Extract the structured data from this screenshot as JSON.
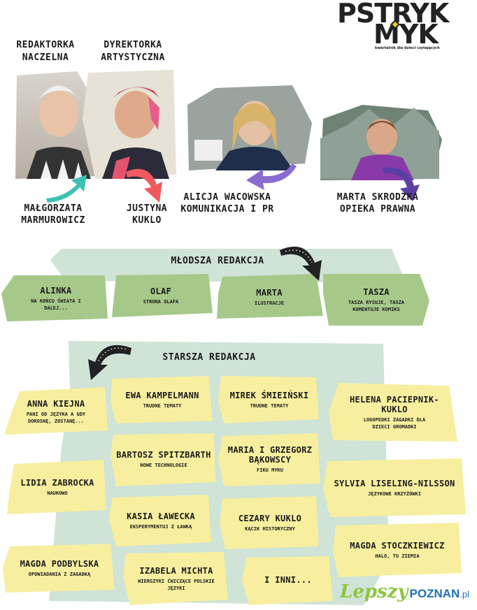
{
  "logo": {
    "line1": "PSTRYK",
    "line2": "MYK",
    "tagline": "kwartalnik dla dzieci czytających"
  },
  "roles": {
    "editor_in_chief": "REDAKTORKA NACZELNA",
    "art_director": "DYREKTORKA ARTYSTYCZNA"
  },
  "people": {
    "malgorzata": "MAŁGORZATA MARMUROWICZ",
    "justyna": "JUSTYNA KUKLO",
    "alicja": "ALICJA WACOWSKA KOMUNIKACJA I PR",
    "marta": "MARTA SKRODZKA OPIEKA PRAWNA"
  },
  "junior": {
    "title": "MŁODSZA REDAKCJA",
    "cards": [
      {
        "name": "ALINKA",
        "sub": "NA KOŃCU ŚWIATA I DALEJ..."
      },
      {
        "name": "OLAF",
        "sub": "STRONA OLAFA"
      },
      {
        "name": "MARTA",
        "sub": "ILUSTRACJE"
      },
      {
        "name": "TASZA",
        "sub": "TASZA RYSUJE, TASZA KOMENTUJE KOMIKS"
      }
    ]
  },
  "senior": {
    "title": "STARSZA REDAKCJA",
    "cards": [
      {
        "name": "ANNA KIEJNA",
        "sub": "PANI OD JĘZYKA A GDY DOROSNĘ, ZOSTANĘ..."
      },
      {
        "name": "EWA KAMPELMANN",
        "sub": "TRUDNE TEMATY"
      },
      {
        "name": "MIREK ŚMIEIŃSKI",
        "sub": "TRUDNE TEMATY"
      },
      {
        "name": "HELENA PACIEPNIK- KUKLO",
        "sub": "LOGOPEDKI ZAGADKI DLA DZIECI GROMADKI"
      },
      {
        "name": "BARTOSZ SPITZBARTH",
        "sub": "NOWE TECHNOLOGIE"
      },
      {
        "name": "MARIA I GRZEGORZ BĄKOWSCY",
        "sub": "FIKU MYKU"
      },
      {
        "name": "LIDIA ZABROCKA",
        "sub": "NAUKOWO"
      },
      {
        "name": "SYLVIA LISELING-NILSSON",
        "sub": "JĘZYKOWE KRZYŻÓWKI"
      },
      {
        "name": "KASIA ŁAWECKA",
        "sub": "EKSPERYMENTUJ Z ŁAWKĄ"
      },
      {
        "name": "CEZARY KUKLO",
        "sub": "KĄCIK HISTORYCZNY"
      },
      {
        "name": "MAGDA STOCZKIEWICZ",
        "sub": "HALO, TU ZIEMIA"
      },
      {
        "name": "MAGDA PODBYLSKA",
        "sub": "OPOWIADANIA Z ZAGADKĄ"
      },
      {
        "name": "IZABELA MICHTA",
        "sub": "WIERSZYKI ĆWICZĄCE POLSKIE JĘZYKI"
      },
      {
        "name": "I INNI...",
        "sub": ""
      }
    ]
  },
  "watermark": {
    "part1": "Lepszy",
    "part2": "POZNAN",
    "part3": ".pl"
  },
  "colors": {
    "mint": "#cfe3d6",
    "green_card": "#a6c98a",
    "yellow_card": "#f7ef9f",
    "teal_arrow": "#3cc0b4",
    "coral_arrow": "#ef5a5f",
    "purple_arrow": "#8a6bd1",
    "violet_arrow": "#5a3fa5",
    "watermark_green": "#8cc63f",
    "watermark_blue": "#1f6fb2"
  }
}
